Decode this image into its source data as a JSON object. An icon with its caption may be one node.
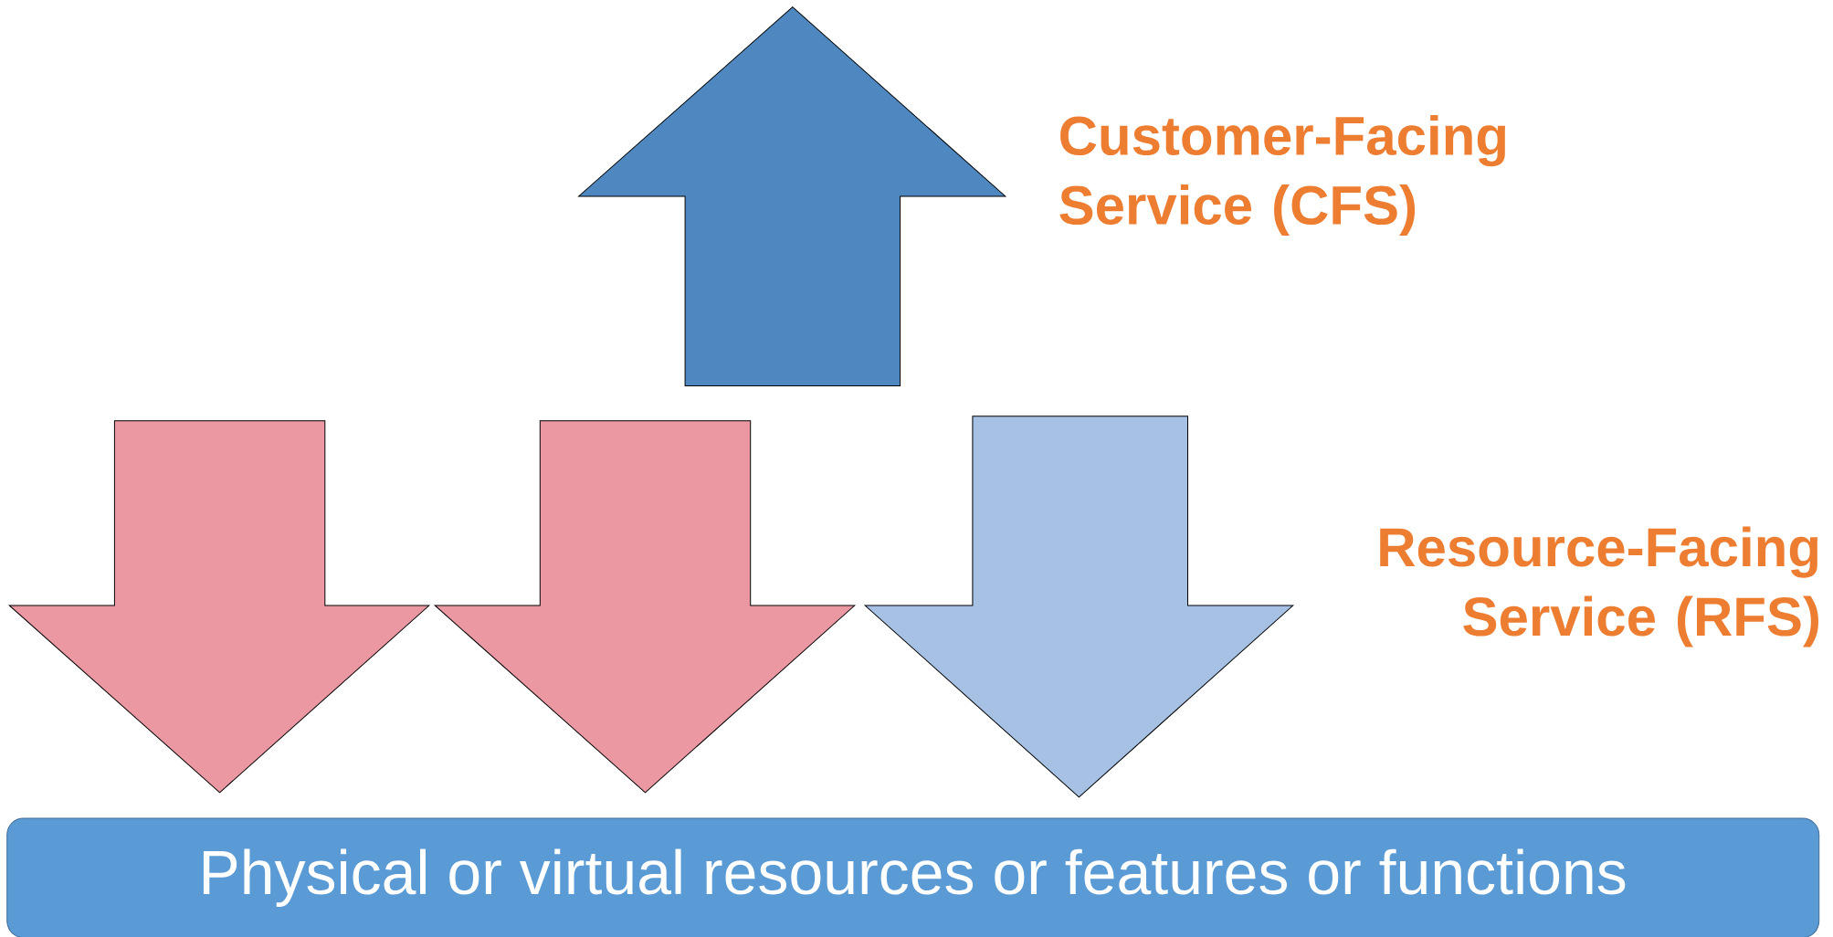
{
  "diagram": {
    "nodes": [
      {
        "text": [],
        "shape": "arrow"
      },
      {
        "text": [],
        "shape": "arrow"
      },
      {
        "text": [],
        "shape": "arrow"
      },
      {
        "text": [],
        "shape": "arrow"
      },
      {
        "text": [
          "Physical or virtual resources or features or functions"
        ]
      }
    ],
    "labels": [
      "Customer-Facing Service (CFS)",
      "Resource-Facing Service (RFS)"
    ]
  }
}
